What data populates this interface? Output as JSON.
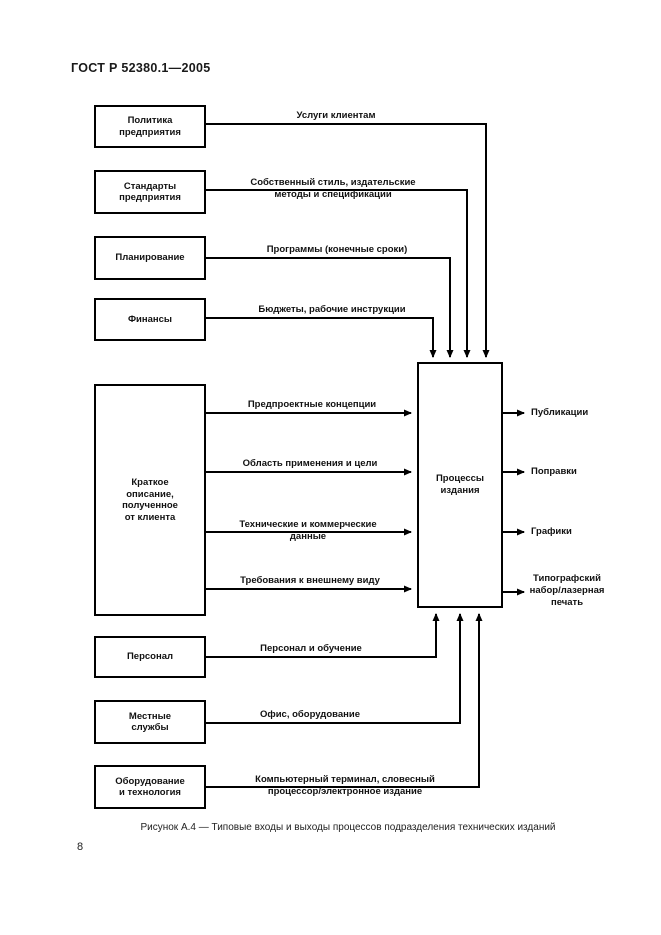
{
  "header": {
    "title": "ГОСТ Р 52380.1—2005"
  },
  "diagram": {
    "center": "Процессы\nиздания",
    "inputs_top": [
      {
        "box": "Политика\nпредприятия",
        "arrow": "Услуги клиентам"
      },
      {
        "box": "Стандарты\nпредприятия",
        "arrow": "Собственный стиль, издательские\nметоды и спецификации"
      },
      {
        "box": "Планирование",
        "arrow": "Программы (конечные сроки)"
      },
      {
        "box": "Финансы",
        "arrow": "Бюджеты, рабочие инструкции"
      }
    ],
    "client_brief": {
      "box": "Краткое\nописание,\nполученное\nот клиента",
      "arrows": [
        "Предпроектные концепции",
        "Область применения и цели",
        "Технические и коммерческие\nданные",
        "Требования к внешнему виду"
      ]
    },
    "inputs_bottom": [
      {
        "box": "Персонал",
        "arrow": "Персонал и обучение"
      },
      {
        "box": "Местные\nслужбы",
        "arrow": "Офис, оборудование"
      },
      {
        "box": "Оборудование\nи технология",
        "arrow": "Компьютерный терминал, словесный\nпроцессор/электронное издание"
      }
    ],
    "outputs": [
      "Публикации",
      "Поправки",
      "Графики",
      "Типографский\nнабор/лазерная\nпечать"
    ]
  },
  "figure": {
    "caption": "Рисунок А.4 — Типовые входы и выходы процессов подразделения технических изданий",
    "page_number": "8"
  }
}
